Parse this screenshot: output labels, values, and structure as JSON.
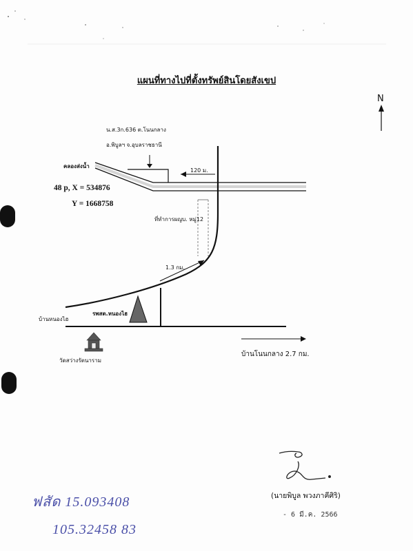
{
  "title": "แผนที่ทางไปที่ตั้งทรัพย์สินโดยสังเขป",
  "north": "N",
  "parcel": {
    "line1": "น.ส.3ก.636 ต.โนนกลาง",
    "line2": "อ.พิบูลฯ จ.อุบลราชธานี"
  },
  "canal": "คลองส่งน้ำ",
  "distance_canal": "120 ม.",
  "coords": {
    "zone_x": "48 p, X = 534876",
    "y": "Y = 1668758"
  },
  "office": "ที่ทำการผญบ. หมู่12",
  "distance_road": "1.3 กม.",
  "hospital": "รพสต.หนองไฮ",
  "village_left": "บ้านหนองไฮ",
  "temple": "วัดสว่างรัตนาราม",
  "village_right": "บ้านโนนกลาง 2.7 กม.",
  "signer": "(นายพิบูล พวงภาคีศิริ)",
  "date": "- 6 มี.ค. 2566",
  "handwritten": {
    "line1": "ฟสัด  15.093408",
    "line2": "105.32458 83"
  }
}
